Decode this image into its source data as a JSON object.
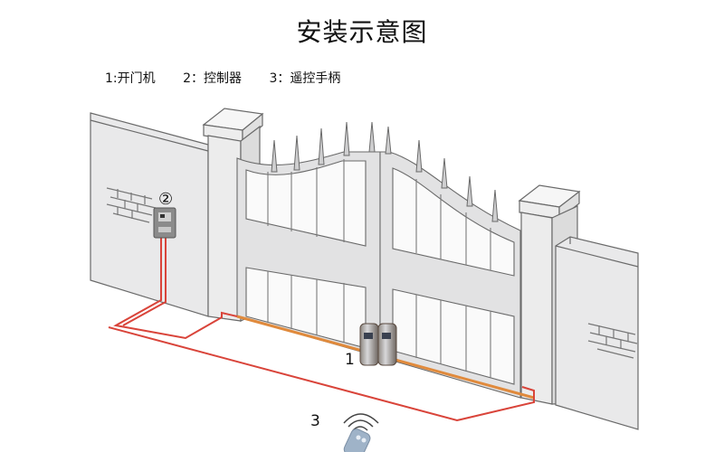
{
  "title": "安装示意图",
  "legend": [
    {
      "num": "1",
      "sep": ":",
      "label": "开门机",
      "text": "1:开门机"
    },
    {
      "num": "2",
      "sep": "：",
      "label": "控制器",
      "text": "2：控制器"
    },
    {
      "num": "3",
      "sep": "：",
      "label": "遥控手柄",
      "text": "3：遥控手柄"
    }
  ],
  "callouts": {
    "controller": "②",
    "opener": "1",
    "remote": "3"
  },
  "colors": {
    "wire": "#d9443a",
    "track": "#e08a3c",
    "wall": "#e9e9ea",
    "outline": "#6a6a6a"
  }
}
